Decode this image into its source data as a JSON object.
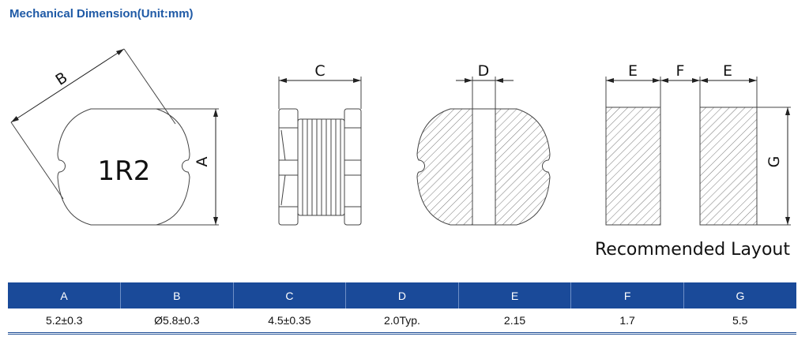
{
  "title": "Mechanical Dimension(Unit:mm)",
  "drawing": {
    "marking": "1R2",
    "labels": {
      "A": "A",
      "B": "B",
      "C": "C",
      "D": "D",
      "E": "E",
      "F": "F",
      "G": "G"
    },
    "layout_caption": "Recommended Layout"
  },
  "table": {
    "headers": [
      "A",
      "B",
      "C",
      "D",
      "E",
      "F",
      "G"
    ],
    "values": [
      "5.2±0.3",
      "Ø5.8±0.3",
      "4.5±0.35",
      "2.0Typ.",
      "2.15",
      "1.7",
      "5.5"
    ]
  }
}
